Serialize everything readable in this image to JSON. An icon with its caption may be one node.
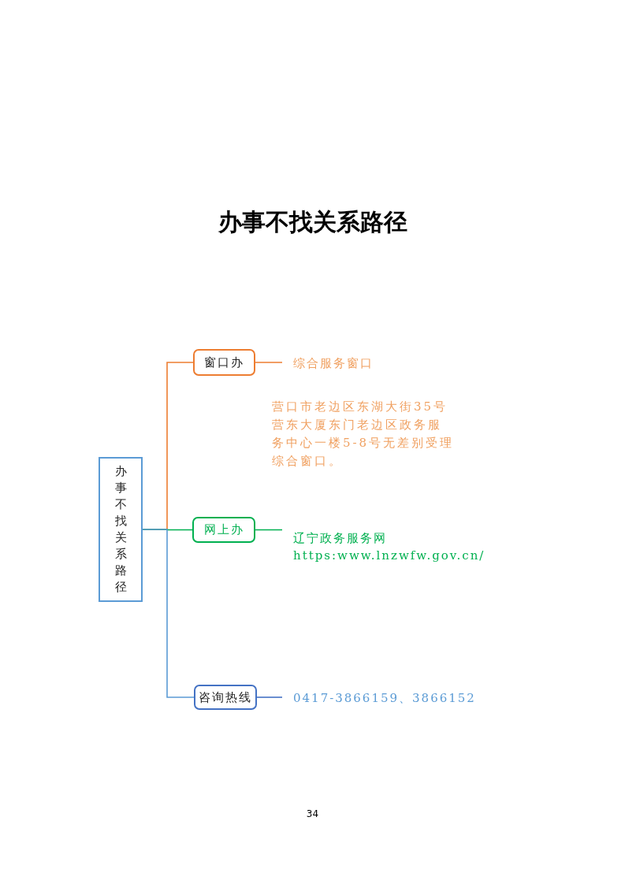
{
  "diagram": {
    "title": "办事不找关系路径",
    "nodes": [
      {
        "text": [
          "办事不找关系路径"
        ]
      },
      {
        "text": [
          "窗口办"
        ]
      },
      {
        "text": [
          "网上办"
        ]
      },
      {
        "text": [
          "咨询热线"
        ]
      },
      {
        "text": [
          "综合服务窗口"
        ],
        "beside": [
          "营口市老边区东湖大街35号营东大厦东门老边区政务服务中心一楼5-8号无差别受理综合窗口。"
        ]
      },
      {
        "text": [
          "辽宁政务服务网",
          "https:www.lnzwfw.gov.cn/"
        ]
      },
      {
        "text": [
          "0417-3866159、3866152"
        ]
      }
    ],
    "edges": [
      {
        "from": 0,
        "to": 1,
        "arrow": "none",
        "color": "#ed7d31"
      },
      {
        "from": 0,
        "to": 2,
        "arrow": "none",
        "color": "#00b050"
      },
      {
        "from": 0,
        "to": 3,
        "arrow": "none",
        "color": "#5b9bd5"
      },
      {
        "from": 1,
        "to": 4,
        "arrow": "none",
        "color": "#ed7d31"
      },
      {
        "from": 2,
        "to": 5,
        "arrow": "none",
        "color": "#00b050"
      },
      {
        "from": 3,
        "to": 6,
        "arrow": "none",
        "color": "#4472c4"
      }
    ],
    "labels": [
      "34"
    ]
  }
}
